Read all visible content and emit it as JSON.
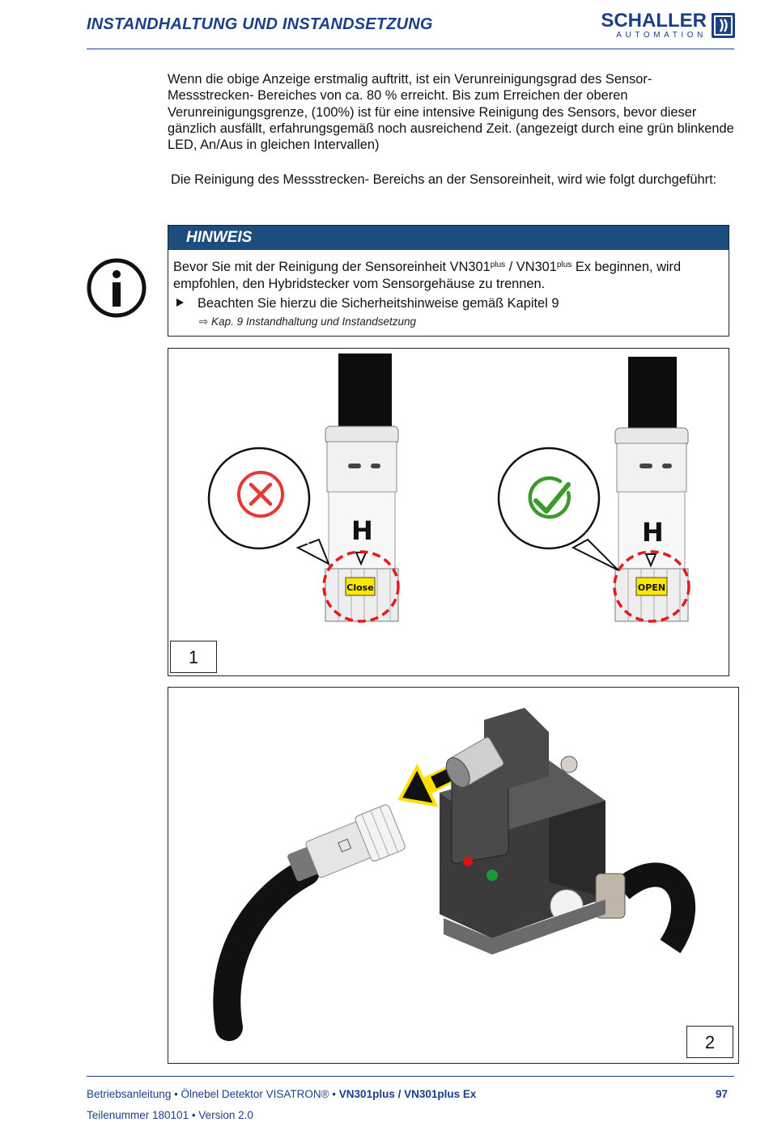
{
  "header": {
    "title": "INSTANDHALTUNG UND INSTANDSETZUNG",
    "logo_top": "SCHALLER",
    "logo_bottom": "AUTOMATION"
  },
  "intro_paragraph": "Wenn die obige Anzeige erstmalig auftritt, ist ein Verunreinigungsgrad des Sensor-Messstrecken- Bereiches von ca. 80 % erreicht. Bis zum Erreichen der oberen Verunreinigungsgrenze, (100%) ist für eine intensive Reinigung des Sensors, bevor dieser gänzlich ausfällt, erfahrungsgemäß noch ausreichend Zeit. (angezeigt durch eine grün blinkende LED, An/Aus in gleichen Intervallen)",
  "cleaning_intro": "Die Reinigung des Messstrecken- Bereichs an der Sensoreinheit, wird wie folgt durchgeführt:",
  "notice": {
    "heading": "HINWEIS",
    "text_part1": "Bevor Sie mit der Reinigung der Sensoreinheit VN301",
    "sup1": "plus",
    "text_part2": " / VN301",
    "sup2": "plus",
    "text_part3": " Ex beginnen, wird empfohlen, den Hybridstecker vom Sensorgehäuse zu trennen.",
    "bullet": "Beachten Sie hierzu die Sicherheitshinweise gemäß Kapitel 9",
    "reference": "⇨ Kap. 9 Instandhaltung und Instandsetzung"
  },
  "figure1": {
    "number": "1",
    "left_label": "Close",
    "right_label": "OPEN",
    "mark_letter": "H"
  },
  "figure2": {
    "number": "2"
  },
  "footer": {
    "line1_plain": "Betriebsanleitung • Ölnebel Detektor VISATRON® • ",
    "line1_bold": "VN301plus / VN301plus Ex",
    "page": "97",
    "line2": "Teilenummer 180101 • Version 2.0"
  },
  "colors": {
    "brand_blue": "#1c3f8a",
    "notice_bar": "#1c4d7e",
    "error_red": "#e53935",
    "ok_green": "#3a9a2a",
    "label_yellow": "#ffe600"
  }
}
